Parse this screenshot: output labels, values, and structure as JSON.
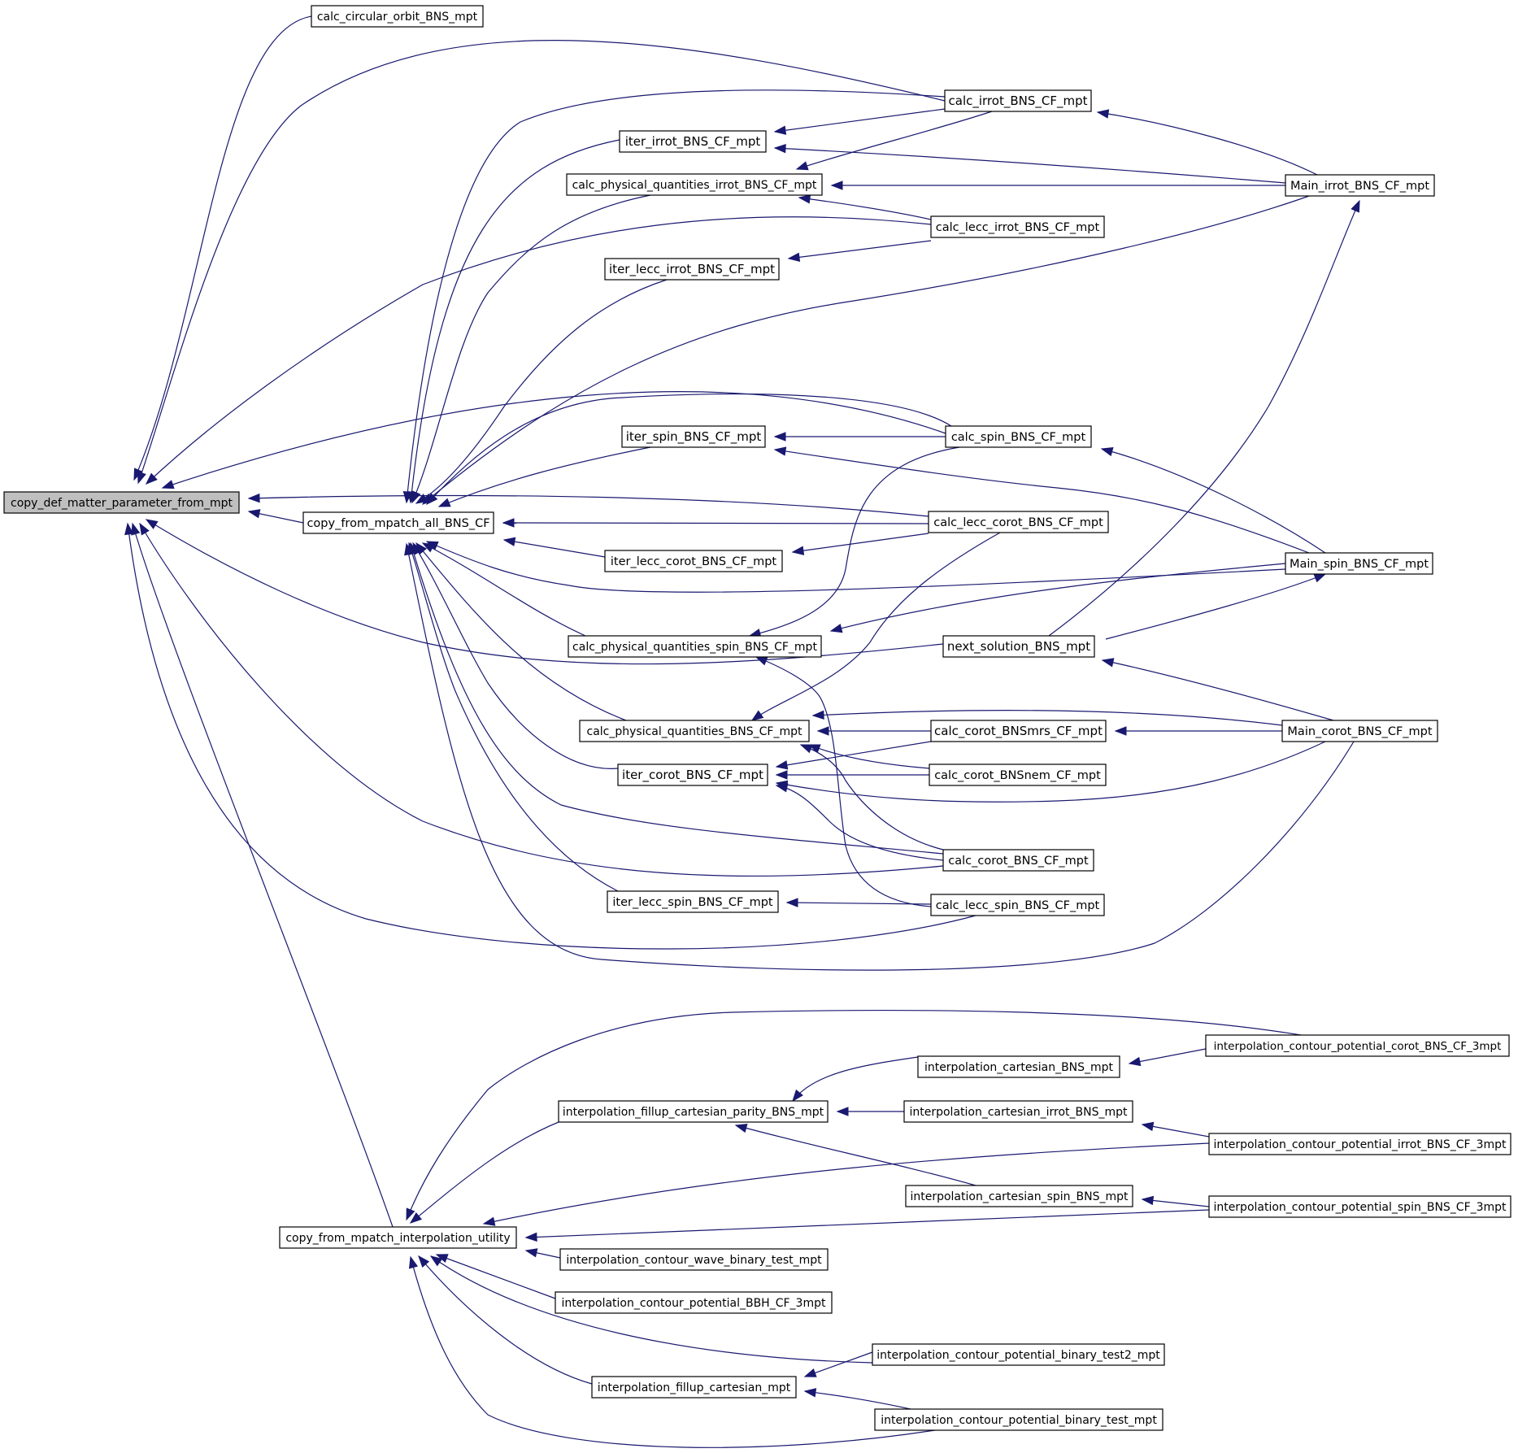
{
  "graph": {
    "edge_color": "#191970",
    "root_fill": "#bfbfbf",
    "nodes": {
      "copy_def": "copy_def_matter_parameter_from_mpt",
      "calc_circular": "calc_circular_orbit_BNS_mpt",
      "copy_all": "copy_from_mpatch_all_BNS_CF",
      "copy_interp": "copy_from_mpatch_interpolation_utility",
      "calc_irrot": "calc_irrot_BNS_CF_mpt",
      "iter_irrot": "iter_irrot_BNS_CF_mpt",
      "cpq_irrot": "calc_physical_quantities_irrot_BNS_CF_mpt",
      "main_irrot": "Main_irrot_BNS_CF_mpt",
      "calc_lecc_irrot": "calc_lecc_irrot_BNS_CF_mpt",
      "iter_lecc_irrot": "iter_lecc_irrot_BNS_CF_mpt",
      "iter_spin": "iter_spin_BNS_CF_mpt",
      "calc_spin": "calc_spin_BNS_CF_mpt",
      "calc_lecc_corot": "calc_lecc_corot_BNS_CF_mpt",
      "iter_lecc_corot": "iter_lecc_corot_BNS_CF_mpt",
      "main_spin": "Main_spin_BNS_CF_mpt",
      "cpq_spin": "calc_physical_quantities_spin_BNS_CF_mpt",
      "next_solution": "next_solution_BNS_mpt",
      "cpq_bns": "calc_physical_quantities_BNS_CF_mpt",
      "calc_corot_mrs": "calc_corot_BNSmrs_CF_mpt",
      "main_corot": "Main_corot_BNS_CF_mpt",
      "iter_corot": "iter_corot_BNS_CF_mpt",
      "calc_corot_nem": "calc_corot_BNSnem_CF_mpt",
      "calc_corot": "calc_corot_BNS_CF_mpt",
      "iter_lecc_spin": "iter_lecc_spin_BNS_CF_mpt",
      "calc_lecc_spin": "calc_lecc_spin_BNS_CF_mpt",
      "interp_cart_bns": "interpolation_cartesian_BNS_mpt",
      "icp_corot": "interpolation_contour_potential_corot_BNS_CF_3mpt",
      "ifill_parity": "interpolation_fillup_cartesian_parity_BNS_mpt",
      "interp_cart_irrot": "interpolation_cartesian_irrot_BNS_mpt",
      "icp_irrot": "interpolation_contour_potential_irrot_BNS_CF_3mpt",
      "interp_cart_spin": "interpolation_cartesian_spin_BNS_mpt",
      "icp_spin": "interpolation_contour_potential_spin_BNS_CF_3mpt",
      "icw_test": "interpolation_contour_wave_binary_test_mpt",
      "icp_bbh": "interpolation_contour_potential_BBH_CF_3mpt",
      "icp_test2": "interpolation_contour_potential_binary_test2_mpt",
      "ifill_cart": "interpolation_fillup_cartesian_mpt",
      "icp_test": "interpolation_contour_potential_binary_test_mpt"
    }
  }
}
